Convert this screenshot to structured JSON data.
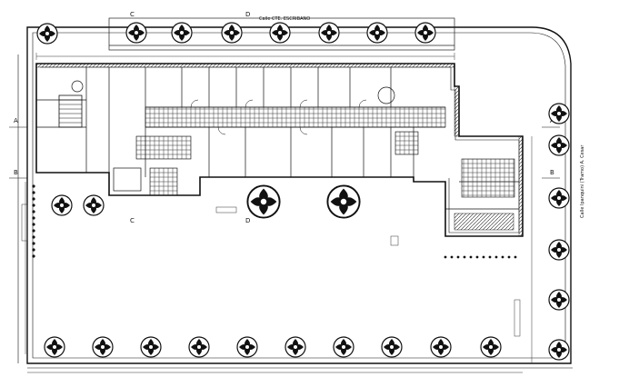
{
  "plan": {
    "street_top": "Calle CTE. ESCRIBANO",
    "street_right": "Calle Ipanquini (Tramo) A. Cesar",
    "section_marks": {
      "a": "A",
      "b": "B",
      "c": "C",
      "d": "D"
    },
    "tree_count_top": 8,
    "tree_count_bottom": 10,
    "tree_count_right": 6,
    "colors": {
      "line": "#1a1a1a",
      "background": "#ffffff"
    }
  }
}
